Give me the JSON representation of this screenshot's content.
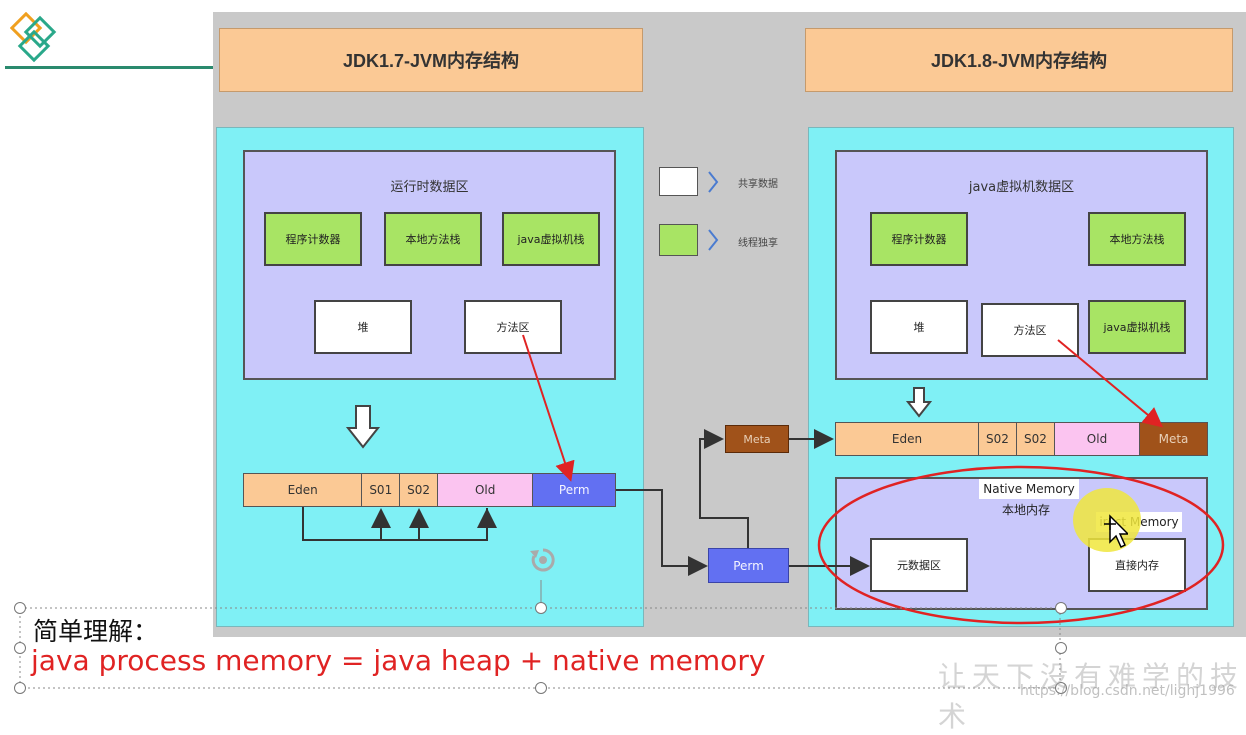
{
  "jdk17": {
    "title": "JDK1.7-JVM内存结构",
    "runtime_area_title": "运行时数据区",
    "pc_counter": "程序计数器",
    "native_stack": "本地方法栈",
    "java_stack": "java虚拟机栈",
    "heap": "堆",
    "method_area": "方法区",
    "heap_cells": [
      "Eden",
      "S01",
      "S02",
      "Old",
      "Perm"
    ]
  },
  "jdk18": {
    "title": "JDK1.8-JVM内存结构",
    "runtime_area_title": "java虚拟机数据区",
    "pc_counter": "程序计数器",
    "native_stack": "本地方法栈",
    "heap": "堆",
    "method_area": "方法区",
    "java_stack": "java虚拟机栈",
    "heap_cells": [
      "Eden",
      "S02",
      "S02",
      "Old",
      "Meta"
    ],
    "native_memory_label": "Native Memory",
    "native_area_title": "本地内存",
    "direct_memory_label": "irect Memory",
    "metaspace": "元数据区",
    "direct_memory": "直接内存"
  },
  "middle": {
    "meta": "Meta",
    "perm": "Perm"
  },
  "legend": {
    "shared": "共享数据",
    "thread_private": "线程独享"
  },
  "caption": {
    "line1": "简单理解：",
    "line2": "java process memory = java heap + native memory"
  },
  "watermark": {
    "text": "让天下没有难学的技术",
    "url": "https://blog.csdn.net/lighj1996"
  },
  "colors": {
    "title_orange": "#fbc995",
    "outer_cyan": "#7ff0f5",
    "area_lavender": "#c9c8fb",
    "thread_green": "#a8e464",
    "perm_blue": "#6270f2",
    "meta_brown": "#a0521a",
    "arrow_red": "#e02323",
    "old_pink": "#fbc4f0"
  }
}
